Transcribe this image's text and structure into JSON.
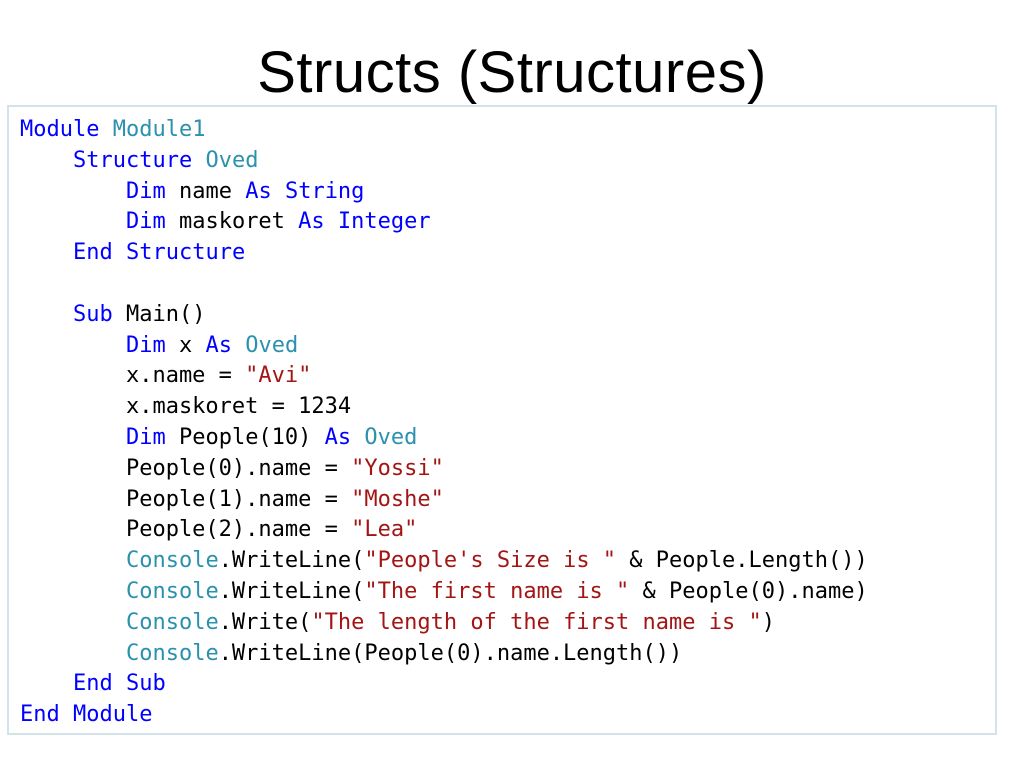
{
  "slide": {
    "title": "Structs (Structures)"
  },
  "colors": {
    "keyword": "#0000ff",
    "type": "#2b91af",
    "string": "#a31515",
    "text": "#000000",
    "border": "#d4e3e9"
  },
  "code": {
    "lines": [
      [
        {
          "k": "kw",
          "t": "Module"
        },
        {
          "k": "tx",
          "t": " "
        },
        {
          "k": "ty",
          "t": "Module1"
        }
      ],
      [
        {
          "k": "tx",
          "t": "    "
        },
        {
          "k": "kw",
          "t": "Structure"
        },
        {
          "k": "tx",
          "t": " "
        },
        {
          "k": "ty",
          "t": "Oved"
        }
      ],
      [
        {
          "k": "tx",
          "t": "        "
        },
        {
          "k": "kw",
          "t": "Dim"
        },
        {
          "k": "tx",
          "t": " name "
        },
        {
          "k": "kw",
          "t": "As"
        },
        {
          "k": "tx",
          "t": " "
        },
        {
          "k": "kw",
          "t": "String"
        }
      ],
      [
        {
          "k": "tx",
          "t": "        "
        },
        {
          "k": "kw",
          "t": "Dim"
        },
        {
          "k": "tx",
          "t": " maskoret "
        },
        {
          "k": "kw",
          "t": "As"
        },
        {
          "k": "tx",
          "t": " "
        },
        {
          "k": "kw",
          "t": "Integer"
        }
      ],
      [
        {
          "k": "tx",
          "t": "    "
        },
        {
          "k": "kw",
          "t": "End"
        },
        {
          "k": "tx",
          "t": " "
        },
        {
          "k": "kw",
          "t": "Structure"
        }
      ],
      [],
      [
        {
          "k": "tx",
          "t": "    "
        },
        {
          "k": "kw",
          "t": "Sub"
        },
        {
          "k": "tx",
          "t": " Main()"
        }
      ],
      [
        {
          "k": "tx",
          "t": "        "
        },
        {
          "k": "kw",
          "t": "Dim"
        },
        {
          "k": "tx",
          "t": " x "
        },
        {
          "k": "kw",
          "t": "As"
        },
        {
          "k": "tx",
          "t": " "
        },
        {
          "k": "ty",
          "t": "Oved"
        }
      ],
      [
        {
          "k": "tx",
          "t": "        x.name = "
        },
        {
          "k": "st",
          "t": "\"Avi\""
        }
      ],
      [
        {
          "k": "tx",
          "t": "        x.maskoret = 1234"
        }
      ],
      [
        {
          "k": "tx",
          "t": "        "
        },
        {
          "k": "kw",
          "t": "Dim"
        },
        {
          "k": "tx",
          "t": " People(10) "
        },
        {
          "k": "kw",
          "t": "As"
        },
        {
          "k": "tx",
          "t": " "
        },
        {
          "k": "ty",
          "t": "Oved"
        }
      ],
      [
        {
          "k": "tx",
          "t": "        People(0).name = "
        },
        {
          "k": "st",
          "t": "\"Yossi\""
        }
      ],
      [
        {
          "k": "tx",
          "t": "        People(1).name = "
        },
        {
          "k": "st",
          "t": "\"Moshe\""
        }
      ],
      [
        {
          "k": "tx",
          "t": "        People(2).name = "
        },
        {
          "k": "st",
          "t": "\"Lea\""
        }
      ],
      [
        {
          "k": "tx",
          "t": "        "
        },
        {
          "k": "ty",
          "t": "Console"
        },
        {
          "k": "tx",
          "t": ".WriteLine("
        },
        {
          "k": "st",
          "t": "\"People's Size is \""
        },
        {
          "k": "tx",
          "t": " & People.Length())"
        }
      ],
      [
        {
          "k": "tx",
          "t": "        "
        },
        {
          "k": "ty",
          "t": "Console"
        },
        {
          "k": "tx",
          "t": ".WriteLine("
        },
        {
          "k": "st",
          "t": "\"The first name is \""
        },
        {
          "k": "tx",
          "t": " & People(0).name)"
        }
      ],
      [
        {
          "k": "tx",
          "t": "        "
        },
        {
          "k": "ty",
          "t": "Console"
        },
        {
          "k": "tx",
          "t": ".Write("
        },
        {
          "k": "st",
          "t": "\"The length of the first name is \""
        },
        {
          "k": "tx",
          "t": ")"
        }
      ],
      [
        {
          "k": "tx",
          "t": "        "
        },
        {
          "k": "ty",
          "t": "Console"
        },
        {
          "k": "tx",
          "t": ".WriteLine(People(0).name.Length())"
        }
      ],
      [
        {
          "k": "tx",
          "t": "    "
        },
        {
          "k": "kw",
          "t": "End"
        },
        {
          "k": "tx",
          "t": " "
        },
        {
          "k": "kw",
          "t": "Sub"
        }
      ],
      [
        {
          "k": "kw",
          "t": "End"
        },
        {
          "k": "tx",
          "t": " "
        },
        {
          "k": "kw",
          "t": "Module"
        }
      ]
    ]
  }
}
